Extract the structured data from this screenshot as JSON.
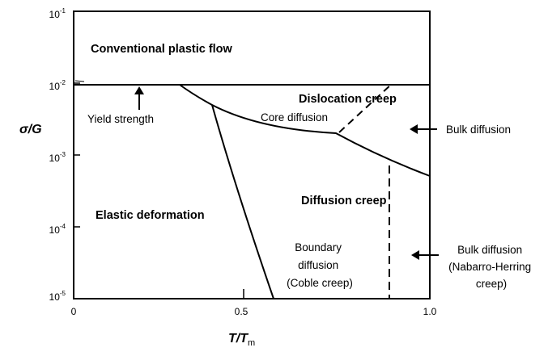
{
  "chart_data": {
    "type": "diagram",
    "xlabel": {
      "main": "T/T",
      "sub": "m"
    },
    "ylabel": "σ/G",
    "x_ticks": [
      "0",
      "0.5",
      "1.0"
    ],
    "y_ticks": [
      {
        "base": "10",
        "exp": "-1"
      },
      {
        "base": "10",
        "exp": "-2"
      },
      {
        "base": "10",
        "exp": "-3"
      },
      {
        "base": "10",
        "exp": "-4"
      },
      {
        "base": "10",
        "exp": "-5"
      }
    ],
    "regions": {
      "conventional_plastic_flow": "Conventional plastic flow",
      "dislocation_creep": "Dislocation creep",
      "core_diffusion": "Core diffusion",
      "diffusion_creep": "Diffusion creep",
      "elastic_deformation": "Elastic deformation",
      "boundary_diffusion": [
        "Boundary",
        "diffusion",
        "(Coble creep)"
      ]
    },
    "annotations": {
      "yield_strength": "Yield strength",
      "bulk_diffusion": "Bulk diffusion",
      "bulk_diffusion_nh": [
        "Bulk diffusion",
        "(Nabarro-Herring",
        "creep)"
      ]
    }
  }
}
